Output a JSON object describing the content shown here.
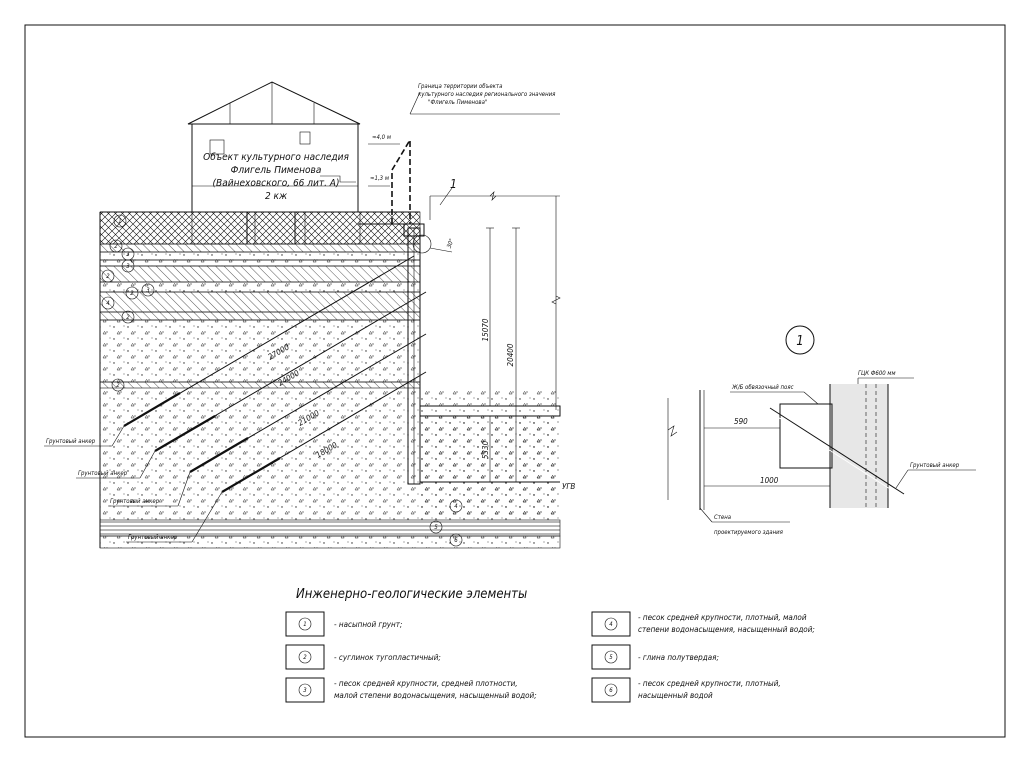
{
  "building": {
    "line1": "Объект культурного наследия",
    "line2": "Флигель Пименова",
    "line3": "(Вайнеховского, 66 лит. А)",
    "line4": "2 кж"
  },
  "boundary_note": {
    "line1": "Граница территории объекта",
    "line2": "культурного наследия регионального значения",
    "line3": "\"Флигель Пименова\""
  },
  "heights": {
    "h1": "≈4,0 м",
    "h2": "≈1,3 м"
  },
  "section_marker": "1",
  "angle_label": "30°",
  "dimensions": {
    "d1": "15070",
    "d2": "20400",
    "d3": "5330",
    "ugv": "УГВ"
  },
  "anchor_lengths": [
    "27000",
    "24000",
    "21000",
    "18000"
  ],
  "anchor_label": "Грунтовый анкер",
  "soil_layer_labels": [
    "1",
    "2",
    "3",
    "3",
    "2",
    "2",
    "3",
    "4",
    "2",
    "2",
    "4",
    "5",
    "6"
  ],
  "detail": {
    "marker": "1",
    "belt": "Ж/Б обвязочный пояс",
    "gck": "ГЦК Ф600 мм",
    "dim1": "590",
    "dim2": "1000",
    "anchor": "Грунтовый анкер",
    "wall_line1": "Стена",
    "wall_line2": "проектируемого здания"
  },
  "legend": {
    "title": "Инженерно-геологические элементы",
    "items": [
      {
        "num": "1",
        "text1": "- насыпной грунт;",
        "text2": ""
      },
      {
        "num": "2",
        "text1": "- суглинок тугопластичный;",
        "text2": ""
      },
      {
        "num": "3",
        "text1": "- песок средней крупности, средней плотности,",
        "text2": "малой степени водонасыщения, насыщенный водой;"
      },
      {
        "num": "4",
        "text1": "- песок средней крупности, плотный, малой",
        "text2": "степени водонасыщения, насыщенный водой;"
      },
      {
        "num": "5",
        "text1": "- глина полутвердая;",
        "text2": ""
      },
      {
        "num": "6",
        "text1": "- песок средней крупности, плотный,",
        "text2": "насыщенный водой"
      }
    ]
  }
}
